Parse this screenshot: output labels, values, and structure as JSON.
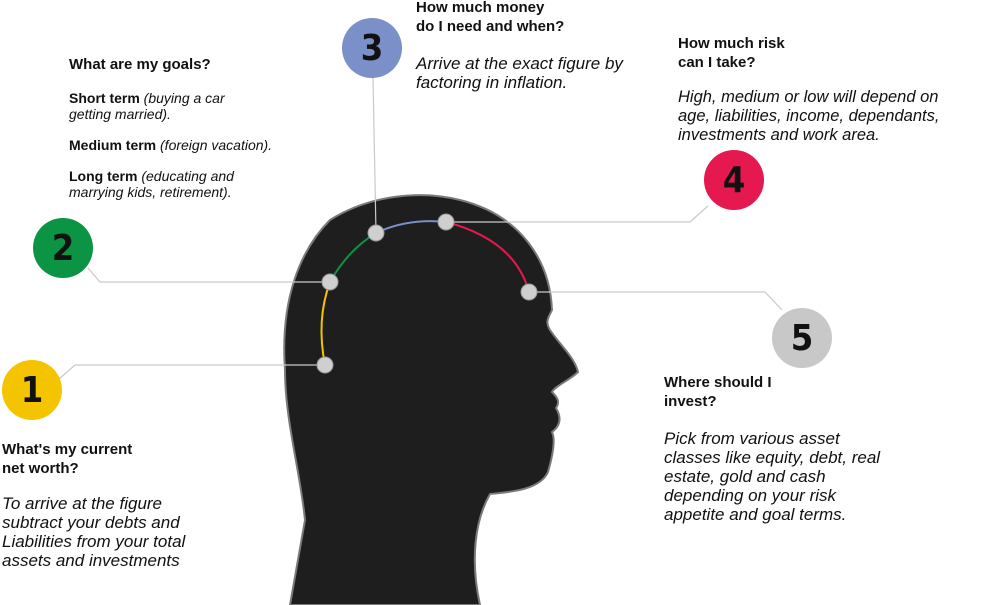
{
  "steps": [
    {
      "number": "1",
      "color": "#f5c400",
      "heading": "What's my current\nnet worth?",
      "body": "To arrive at the figure\nsubtract your debts and\nLiabilities from your total\nassets and investments"
    },
    {
      "number": "2",
      "color": "#0b9444",
      "heading": "What are my goals?",
      "goals": [
        {
          "term": "Short term",
          "detail": " (buying a car\ngetting married)."
        },
        {
          "term": "Medium term",
          "detail": " (foreign vacation)."
        },
        {
          "term": "Long term",
          "detail": " (educating and\nmarrying kids, retirement)."
        }
      ]
    },
    {
      "number": "3",
      "color": "#7b8fc8",
      "heading": "How much money\ndo I need and when?",
      "body": "Arrive at the exact figure by\nfactoring in inflation."
    },
    {
      "number": "4",
      "color": "#e5194f",
      "heading": "How much risk\ncan I take?",
      "body": "High, medium or low will depend on\nage, liabilities, income, dependants,\ninvestments and work area."
    },
    {
      "number": "5",
      "color": "#c8c8c8",
      "heading": "Where should I\ninvest?",
      "body": "Pick from various asset\nclasses like equity, debt, real\nestate, gold and cash\ndepending on your risk\nappetite and goal terms."
    }
  ],
  "head_color": "#1e1e1e",
  "connector_color": "#c9c9c9",
  "node_color": "#cfcfcf"
}
